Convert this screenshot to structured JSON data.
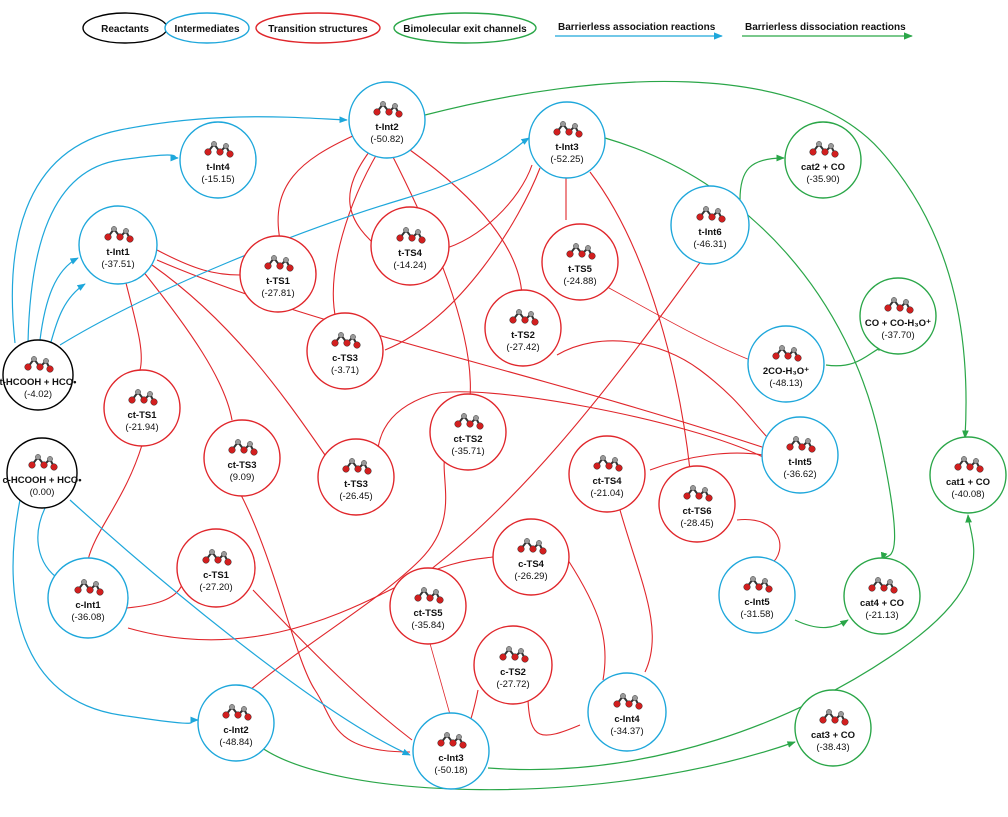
{
  "colors": {
    "reactant": "#000000",
    "intermediate": "#1ea7db",
    "transition": "#e0262b",
    "exit": "#2aa648",
    "association": "#1ea7db",
    "dissociation": "#2aa648"
  },
  "legend": [
    {
      "key": "reactant",
      "label": "Reactants",
      "kind": "oval"
    },
    {
      "key": "intermediate",
      "label": "Intermediates",
      "kind": "oval"
    },
    {
      "key": "transition",
      "label": "Transition structures",
      "kind": "oval"
    },
    {
      "key": "exit",
      "label": "Bimolecular exit channels",
      "kind": "oval"
    },
    {
      "key": "association",
      "label": "Barrierless association reactions",
      "kind": "arrow"
    },
    {
      "key": "dissociation",
      "label": "Barrierless dissociation reactions",
      "kind": "arrow"
    }
  ],
  "nodes": [
    {
      "id": "tR",
      "type": "reactant",
      "label": "t-HCOOH + HCO•",
      "value": "(-4.02)"
    },
    {
      "id": "cR",
      "type": "reactant",
      "label": "c-HCOOH + HCO•",
      "value": "(0.00)"
    },
    {
      "id": "tInt1",
      "type": "intermediate",
      "label": "t-Int1",
      "value": "(-37.51)"
    },
    {
      "id": "tInt4",
      "type": "intermediate",
      "label": "t-Int4",
      "value": "(-15.15)"
    },
    {
      "id": "tInt2",
      "type": "intermediate",
      "label": "t-Int2",
      "value": "(-50.82)"
    },
    {
      "id": "tInt3",
      "type": "intermediate",
      "label": "t-Int3",
      "value": "(-52.25)"
    },
    {
      "id": "tInt6",
      "type": "intermediate",
      "label": "t-Int6",
      "value": "(-46.31)"
    },
    {
      "id": "tInt5",
      "type": "intermediate",
      "label": "t-Int5",
      "value": "(-36.62)"
    },
    {
      "id": "h3o",
      "type": "intermediate",
      "label": "2CO-H₃O⁺",
      "value": "(-48.13)"
    },
    {
      "id": "cInt1",
      "type": "intermediate",
      "label": "c-Int1",
      "value": "(-36.08)"
    },
    {
      "id": "cInt2",
      "type": "intermediate",
      "label": "c-Int2",
      "value": "(-48.84)"
    },
    {
      "id": "cInt3",
      "type": "intermediate",
      "label": "c-Int3",
      "value": "(-50.18)"
    },
    {
      "id": "cInt4",
      "type": "intermediate",
      "label": "c-Int4",
      "value": "(-34.37)"
    },
    {
      "id": "cInt5",
      "type": "intermediate",
      "label": "c-Int5",
      "value": "(-31.58)"
    },
    {
      "id": "tTS1",
      "type": "transition",
      "label": "t-TS1",
      "value": "(-27.81)"
    },
    {
      "id": "tTS4",
      "type": "transition",
      "label": "t-TS4",
      "value": "(-14.24)"
    },
    {
      "id": "tTS5",
      "type": "transition",
      "label": "t-TS5",
      "value": "(-24.88)"
    },
    {
      "id": "tTS2",
      "type": "transition",
      "label": "t-TS2",
      "value": "(-27.42)"
    },
    {
      "id": "cTS3",
      "type": "transition",
      "label": "c-TS3",
      "value": "(-3.71)"
    },
    {
      "id": "ctTS1",
      "type": "transition",
      "label": "ct-TS1",
      "value": "(-21.94)"
    },
    {
      "id": "ctTS3",
      "type": "transition",
      "label": "ct-TS3",
      "value": "(9.09)"
    },
    {
      "id": "tTS3",
      "type": "transition",
      "label": "t-TS3",
      "value": "(-26.45)"
    },
    {
      "id": "ctTS2",
      "type": "transition",
      "label": "ct-TS2",
      "value": "(-35.71)"
    },
    {
      "id": "ctTS4",
      "type": "transition",
      "label": "ct-TS4",
      "value": "(-21.04)"
    },
    {
      "id": "ctTS6",
      "type": "transition",
      "label": "ct-TS6",
      "value": "(-28.45)"
    },
    {
      "id": "cTS1",
      "type": "transition",
      "label": "c-TS1",
      "value": "(-27.20)"
    },
    {
      "id": "cTS4",
      "type": "transition",
      "label": "c-TS4",
      "value": "(-26.29)"
    },
    {
      "id": "ctTS5",
      "type": "transition",
      "label": "ct-TS5",
      "value": "(-35.84)"
    },
    {
      "id": "cTS2",
      "type": "transition",
      "label": "c-TS2",
      "value": "(-27.72)"
    },
    {
      "id": "cat2",
      "type": "exit",
      "label": "cat2 + CO",
      "value": "(-35.90)"
    },
    {
      "id": "coco",
      "type": "exit",
      "label": "CO + CO-H₃O⁺",
      "value": "(-37.70)"
    },
    {
      "id": "cat1",
      "type": "exit",
      "label": "cat1 + CO",
      "value": "(-40.08)"
    },
    {
      "id": "cat4",
      "type": "exit",
      "label": "cat4 + CO",
      "value": "(-21.13)"
    },
    {
      "id": "cat3",
      "type": "exit",
      "label": "cat3 + CO",
      "value": "(-38.43)"
    }
  ]
}
